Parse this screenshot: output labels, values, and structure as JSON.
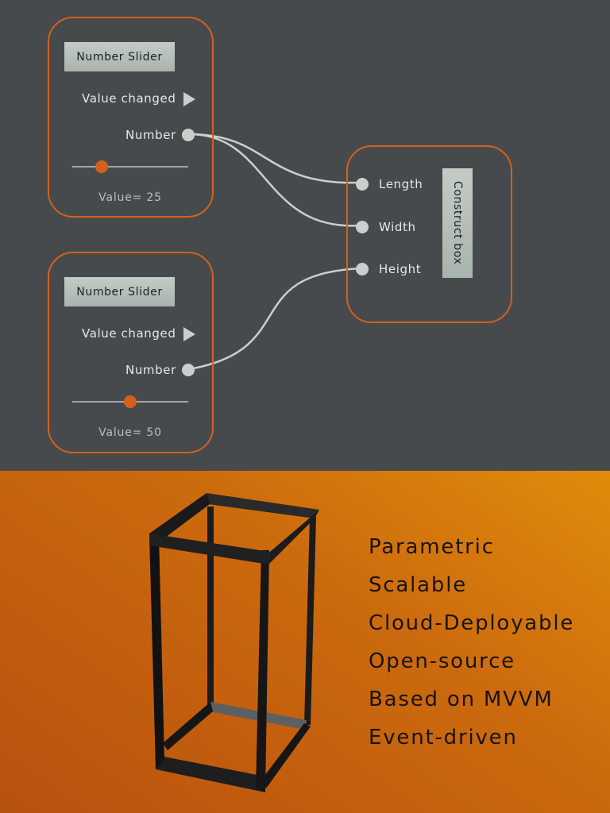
{
  "canvas": {
    "accent": "#d3611c",
    "background": "#474a4c",
    "wire_color": "#c9d0cc"
  },
  "slider_nodes": [
    {
      "title": "Number Slider",
      "event_label": "Value changed",
      "output_label": "Number",
      "value_prefix": "Value=",
      "value": "25",
      "slider_fraction": 0.25
    },
    {
      "title": "Number Slider",
      "event_label": "Value changed",
      "output_label": "Number",
      "value_prefix": "Value=",
      "value": "50",
      "slider_fraction": 0.5
    }
  ],
  "box_node": {
    "title": "Construct box",
    "inputs": [
      "Length",
      "Width",
      "Height"
    ]
  },
  "result": {
    "model": "box-frame",
    "background_from": "#e08b0a",
    "background_to": "#b8510f",
    "features": [
      "Parametric",
      "Scalable",
      "Cloud-Deployable",
      "Open-source",
      "Based on MVVM",
      "Event-driven"
    ]
  }
}
